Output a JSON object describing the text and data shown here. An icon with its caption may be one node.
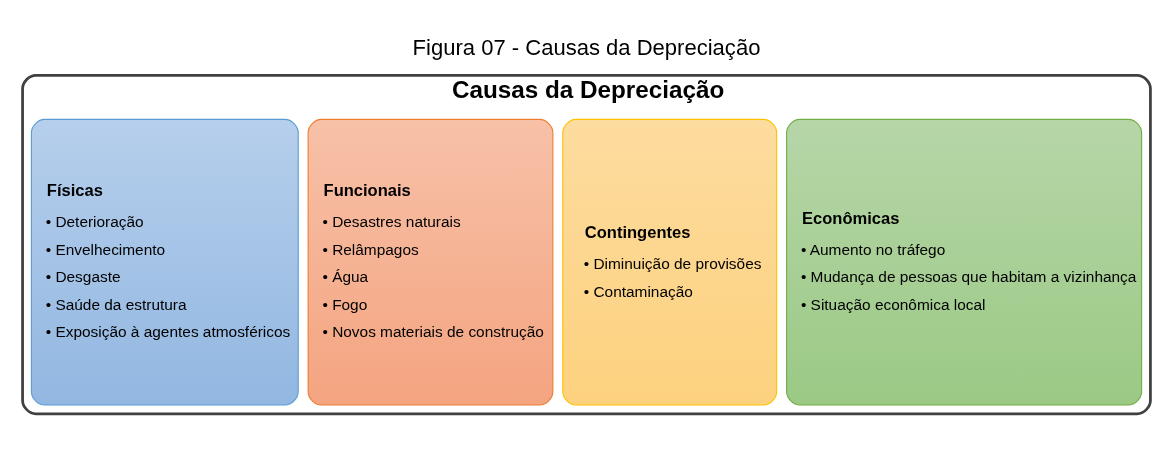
{
  "diagram": {
    "title": "Figura 07 - Causas da Depreciação",
    "nodes": [
      {
        "text": [
          "Causas da Depreciação"
        ]
      },
      {
        "text": [
          "Físicas",
          "• Deterioração",
          "• Envelhecimento",
          "• Desgaste",
          "• Saúde da estrutura",
          "• Exposição à agentes atmosféricos"
        ],
        "in": 0
      },
      {
        "text": [
          "Funcionais",
          "• Desastres naturais",
          "• Relâmpagos",
          "• Água",
          "• Fogo",
          "• Novos materiais de construção"
        ],
        "in": 0
      },
      {
        "text": [
          "Contingentes",
          "• Diminuição de provisões",
          "• Contaminação"
        ],
        "in": 0
      },
      {
        "text": [
          "Econômicas",
          "• Aumento no tráfego",
          "• Mudança de pessoas que habitam a vizinhança",
          "• Situação econômica local"
        ],
        "in": 0
      }
    ],
    "edges": []
  }
}
